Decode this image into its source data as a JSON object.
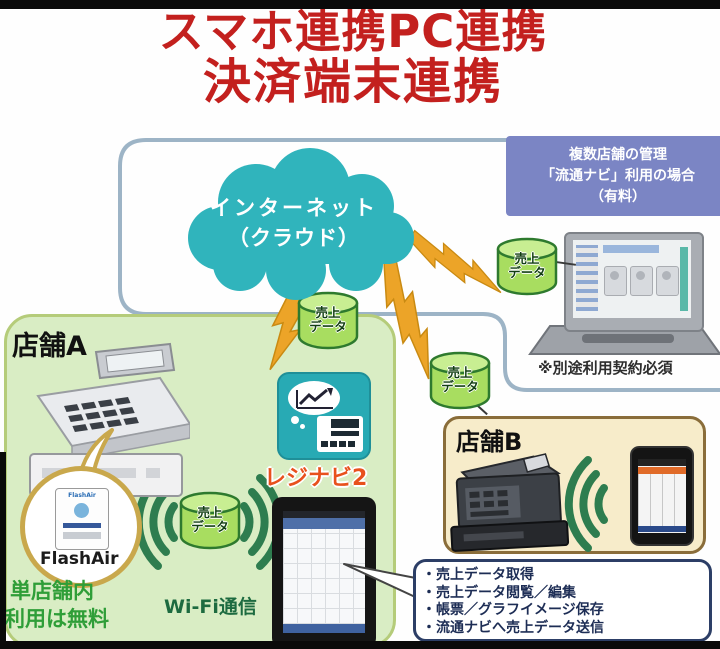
{
  "title": {
    "line1": "スマホ連携PC連携",
    "line2": "決済端末連携"
  },
  "cloud": {
    "line1": "インターネット",
    "line2": "（クラウド）"
  },
  "management_box": {
    "line1": "複数店舗の管理",
    "line2": "「流通ナビ」利用の場合",
    "line3": "（有料）"
  },
  "laptop": {
    "note": "※別途利用契約必須"
  },
  "sales_data_label": {
    "line1": "売上",
    "line2": "データ"
  },
  "store_a": {
    "label": "店舗A",
    "flashair_label": "FlashAir",
    "card_brand": "FlashAir",
    "free_note_line1": "単店舗内",
    "free_note_line2": "利用は無料",
    "wifi_label": "Wi-Fi通信",
    "app_label": "レジナビ2"
  },
  "store_b": {
    "label": "店舗B"
  },
  "features": {
    "bullet": "・",
    "items": [
      "売上データ取得",
      "売上データ閲覧／編集",
      "帳票／グラフイメージ保存",
      "流通ナビへ売上データ送信"
    ]
  },
  "colors": {
    "title_red": "#c3201e",
    "cloud_teal": "#30b4bc",
    "cylinder_green": "#a8dd60",
    "bolt_gold": "#eca428",
    "store_a_green": "#d9edc4",
    "store_b_tan": "#f7ecca",
    "management_blue": "#7b85c4",
    "feature_navy": "#1d2d55",
    "wifi_green": "#2e7d4f"
  }
}
